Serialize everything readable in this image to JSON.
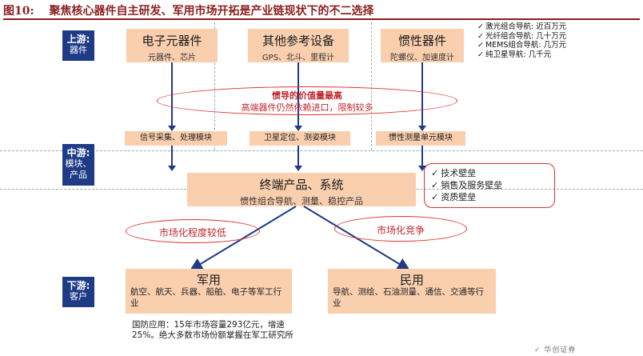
{
  "figure": {
    "number": "图10:",
    "title": "聚焦核心器件自主研发、军用市场开拓是产业链现状下的不二选择"
  },
  "stages": [
    {
      "line1": "上游:",
      "line2": "器件",
      "line3": ""
    },
    {
      "line1": "中游:",
      "line2": "模块、",
      "line3": "产品"
    },
    {
      "line1": "下游:",
      "line2": "客户",
      "line3": ""
    }
  ],
  "upstream": [
    {
      "title": "电子元器件",
      "sub": "元器件、芯片"
    },
    {
      "title": "其他参考设备",
      "sub": "GPS、北斗、里程计"
    },
    {
      "title": "惯性器件",
      "sub": "陀螺仪、加速度计"
    }
  ],
  "upstream_prices": [
    "激光组合导航: 近百万元",
    "光纤组合导航: 几十万元",
    "MEMS组合导航: 几万元",
    "纯卫星导航: 几千元"
  ],
  "value_oval": {
    "line1": "惯导的价值量最高",
    "line2": "高端器件仍然依赖进口，限制较多"
  },
  "modules": [
    "信号采集、处理模块",
    "卫星定位、测姿模块",
    "惯性测量单元模块"
  ],
  "terminal": {
    "title": "终端产品、系统",
    "sub": "惯性组合导航、测量、稳控产品"
  },
  "barriers": [
    "技术壁垒",
    "销售及服务壁垒",
    "资质壁垒"
  ],
  "market_ovals": [
    "市场化程度较低",
    "市场化竞争"
  ],
  "downstream": [
    {
      "title": "军用",
      "sub": "航空、航天、兵器、船舶、电子等军工行业"
    },
    {
      "title": "民用",
      "sub": "导航、测绘、石油测量、通信、交通等行业"
    }
  ],
  "defense_note": "国防应用：15年市场容量293亿元，增速25%。绝大多数市场份额掌握在军工研究所",
  "watermark": "✓ 华创证券",
  "icons": {
    "check": "✓"
  }
}
